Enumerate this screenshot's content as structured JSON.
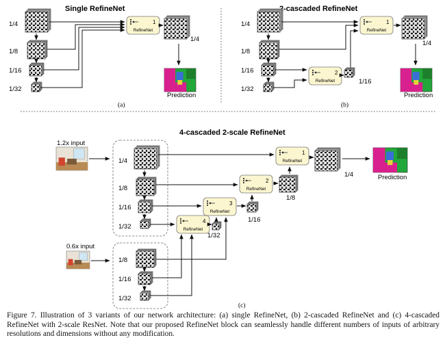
{
  "panel_a": {
    "title": "Single RefineNet",
    "scales": [
      "1/4",
      "1/8",
      "1/16",
      "1/32"
    ],
    "block_num": "1",
    "block_label": "RefineNet",
    "out_scale": "1/4",
    "prediction": "Prediction",
    "sublabel": "(a)"
  },
  "panel_b": {
    "title": "2-cascaded RefineNet",
    "scales": [
      "1/4",
      "1/8",
      "1/16",
      "1/32"
    ],
    "blocks": [
      {
        "num": "1",
        "label": "RefineNet"
      },
      {
        "num": "2",
        "label": "RefineNet"
      }
    ],
    "mid_scale": "1/16",
    "out_scale": "1/4",
    "prediction": "Prediction",
    "sublabel": "(b)"
  },
  "panel_c": {
    "title": "4-cascaded 2-scale RefineNet",
    "input_1": "1.2x input",
    "input_2": "0.6x input",
    "scales_1": [
      "1/4",
      "1/8",
      "1/16",
      "1/32"
    ],
    "scales_2": [
      "1/8",
      "1/16",
      "1/32"
    ],
    "blocks": [
      {
        "num": "1",
        "label": "RefineNet"
      },
      {
        "num": "2",
        "label": "RefineNet"
      },
      {
        "num": "3",
        "label": "RefineNet"
      },
      {
        "num": "4",
        "label": "RefineNet"
      }
    ],
    "out_scales": [
      "1/4",
      "1/8",
      "1/16",
      "1/32"
    ],
    "prediction": "Prediction",
    "sublabel": "(c)"
  },
  "caption": "Figure 7. Illustration of 3 variants of our network architecture: (a) single RefineNet, (b) 2-cascaded RefineNet and (c) 4-cascaded RefineNet with 2-scale ResNet. Note that our proposed RefineNet block can seamlessly handle different numbers of inputs of arbitrary resolutions and dimensions without any modification.",
  "colors": {
    "block_fill": "#fbf6d0",
    "block_stroke": "#777777",
    "prediction_green": "#22a83a",
    "prediction_magenta": "#d8208e",
    "prediction_yellow": "#e6d33a"
  }
}
